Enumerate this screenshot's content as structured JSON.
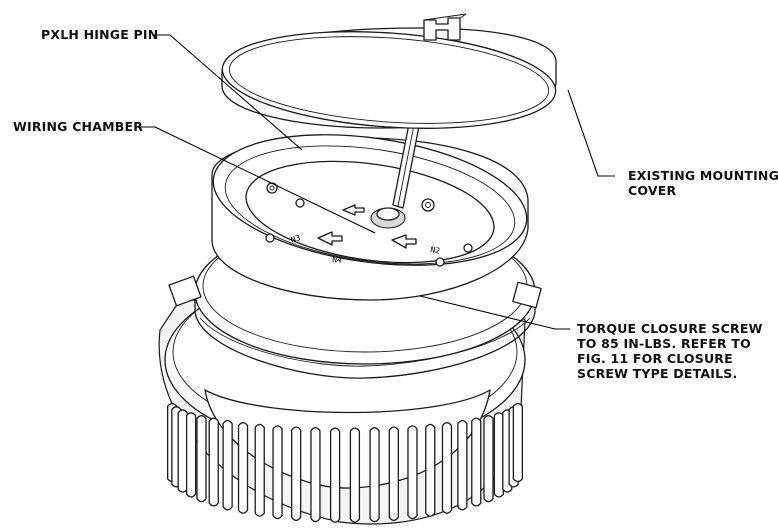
{
  "callouts": {
    "hinge_pin": "PXLH HINGE PIN",
    "wiring_chamber": "WIRING CHAMBER",
    "mounting_cover": [
      "EXISTING MOUNTING",
      "COVER"
    ],
    "torque_screw": [
      "TORQUE CLOSURE SCREW",
      "TO 85 IN-LBS. REFER TO",
      "FIG. 11 FOR CLOSURE",
      "SCREW TYPE DETAILS."
    ]
  },
  "plate_marks": [
    "N3",
    "N2",
    "N4"
  ]
}
